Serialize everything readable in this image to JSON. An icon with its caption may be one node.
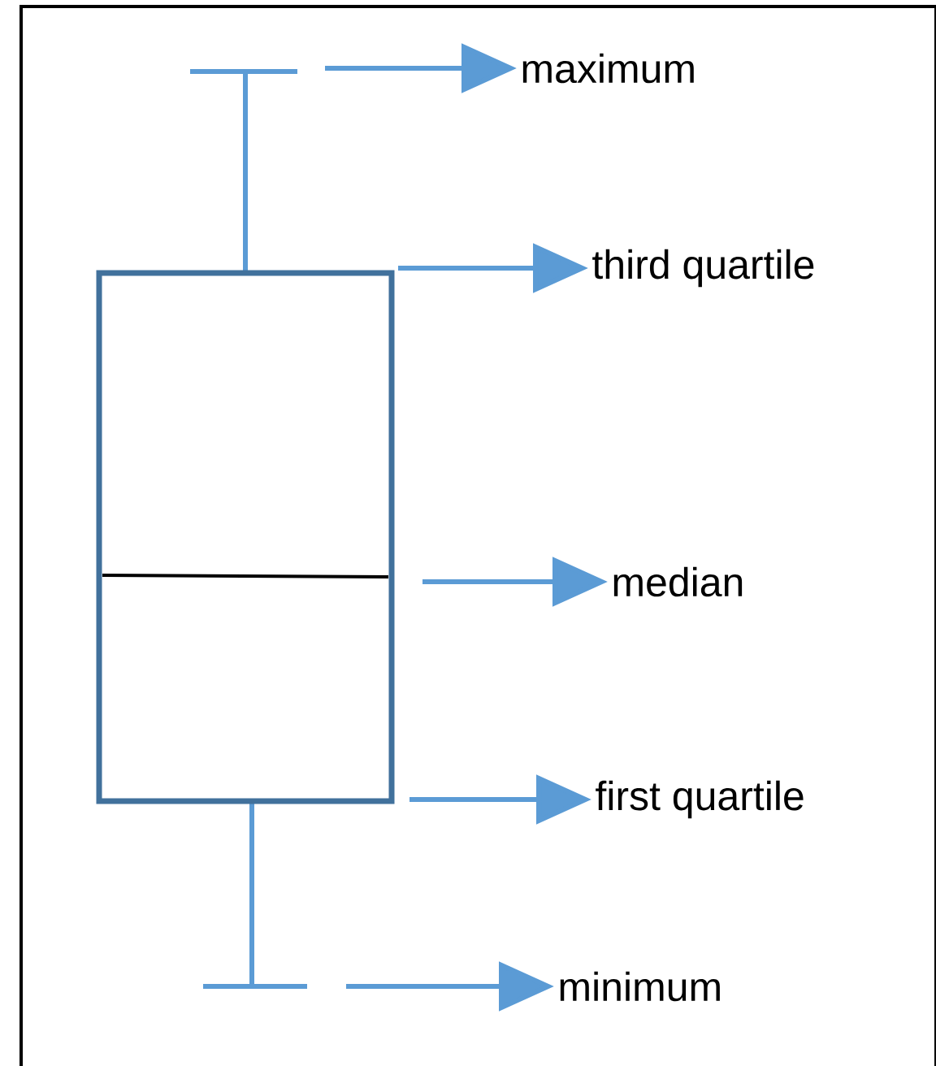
{
  "diagram": {
    "nodes": [
      {
        "text": [
          "maximum"
        ]
      },
      {
        "text": [
          "third quartile"
        ]
      },
      {
        "text": [
          "median"
        ]
      },
      {
        "text": [
          "first quartile"
        ]
      },
      {
        "text": [
          "minimum"
        ]
      }
    ],
    "edges": [
      {
        "from": null,
        "to": 0,
        "arrow": "to"
      },
      {
        "from": null,
        "to": 1,
        "arrow": "to"
      },
      {
        "from": null,
        "to": 2,
        "arrow": "to"
      },
      {
        "from": null,
        "to": 3,
        "arrow": "to"
      },
      {
        "from": null,
        "to": 4,
        "arrow": "to"
      }
    ]
  }
}
